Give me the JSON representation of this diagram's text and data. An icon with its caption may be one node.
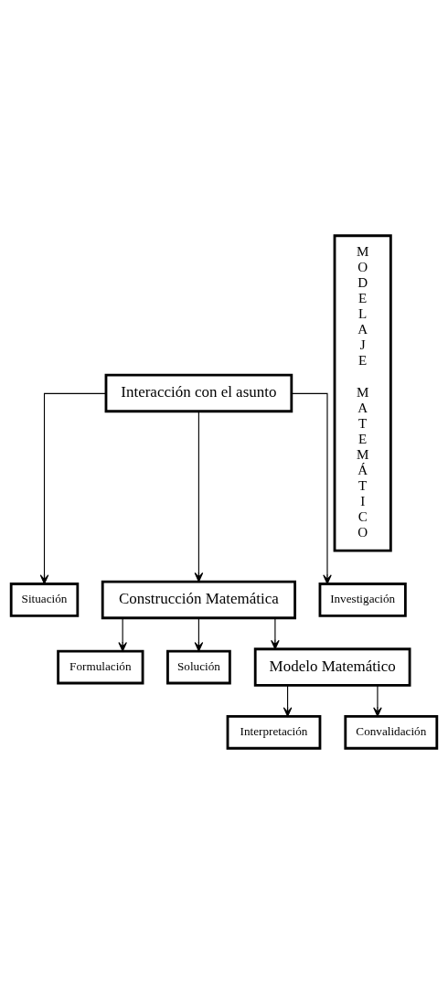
{
  "diagram": {
    "nodes": [
      {
        "text": [
          "Interacción con el asunto"
        ]
      },
      {
        "text": [
          "Situación"
        ]
      },
      {
        "text": [
          "Investigación"
        ]
      },
      {
        "text": [
          "Construcción Matemática"
        ]
      },
      {
        "text": [
          "Formulación"
        ]
      },
      {
        "text": [
          "Solución"
        ]
      },
      {
        "text": [
          "Modelo Matemático"
        ]
      },
      {
        "text": [
          "Interpretación"
        ]
      },
      {
        "text": [
          "Convalidación"
        ]
      },
      {
        "text": [
          "MODELAJE",
          "MATEMÁTICO"
        ]
      }
    ],
    "edges": [
      {
        "from": 0,
        "to": 1,
        "arrow": "to"
      },
      {
        "from": 0,
        "to": 2,
        "arrow": "to"
      },
      {
        "from": 0,
        "to": 3,
        "arrow": "to"
      },
      {
        "from": 3,
        "to": 4,
        "arrow": "to"
      },
      {
        "from": 3,
        "to": 5,
        "arrow": "to"
      },
      {
        "from": 3,
        "to": 6,
        "arrow": "to"
      },
      {
        "from": 6,
        "to": 7,
        "arrow": "to"
      },
      {
        "from": 6,
        "to": 8,
        "arrow": "to"
      }
    ]
  }
}
